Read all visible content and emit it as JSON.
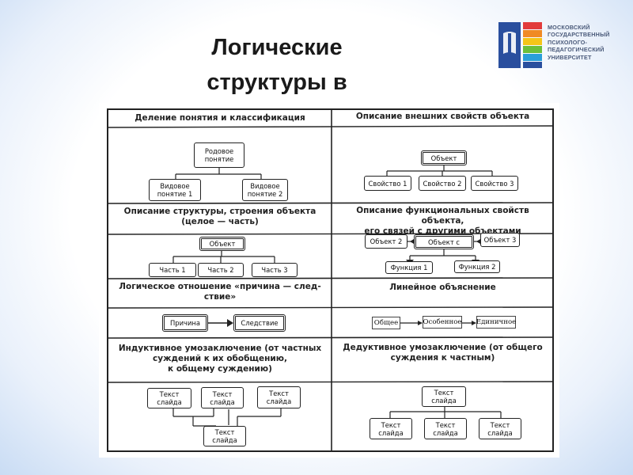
{
  "slide": {
    "title_line1": "Логические",
    "title_line2": "структуры в",
    "title_line3": "научном тексте (I)"
  },
  "logo": {
    "line1": "МОСКОВСКИЙ",
    "line2": "ГОСУДАРСТВЕННЫЙ",
    "line3": "ПСИХОЛОГО-",
    "line4": "ПЕДАГОГИЧЕСКИЙ",
    "line5": "УНИВЕРСИТЕТ",
    "colors": [
      "#2a4f9e",
      "#e23b3b",
      "#f08a24",
      "#f5c518",
      "#6cbf3a",
      "#2a9fd8"
    ]
  },
  "headers": {
    "h1": "Деление понятия и классификация",
    "h2": "Описание внешних свойств объекта",
    "h3_l1": "Описание структуры, строения объекта",
    "h3_l2": "(целое — часть)",
    "h4_l1": "Описание функциональных свойств объекта,",
    "h4_l2": "его связей с другими объектами",
    "h5_l1": "Логическое отношение «причина — след-",
    "h5_l2": "ствие»",
    "h6": "Линейное объяснение",
    "h7_l1": "Индуктивное умозаключение (от частных",
    "h7_l2": "суждений к их обобщению,",
    "h7_l3": "к общему суждению)",
    "h8_l1": "Дедуктивное умозаключение (от общего",
    "h8_l2": "суждения к частным)"
  },
  "d1": {
    "root_l1": "Родовое",
    "root_l2": "понятие",
    "c1_l1": "Видовое",
    "c1_l2": "понятие 1",
    "c2_l1": "Видовое",
    "c2_l2": "понятие 2"
  },
  "d2": {
    "root": "Объект",
    "c1": "Свойство 1",
    "c2": "Свойство 2",
    "c3": "Свойство 3"
  },
  "d3": {
    "root": "Объект",
    "c1": "Часть 1",
    "c2": "Часть 2",
    "c3": "Часть 3"
  },
  "d4": {
    "o2": "Объект 2",
    "center": "Объект с",
    "o3": "Объект 3",
    "f1": "Функция 1",
    "f2": "Функция 2"
  },
  "d5": {
    "cause": "Причина",
    "effect": "Следствие"
  },
  "d6": {
    "a": "Общее",
    "b": "Особенное",
    "c": "Единичное"
  },
  "d7": {
    "t_l1": "Текст",
    "t_l2": "слайда"
  },
  "d8": {
    "t_l1": "Текст",
    "t_l2": "слайда"
  }
}
